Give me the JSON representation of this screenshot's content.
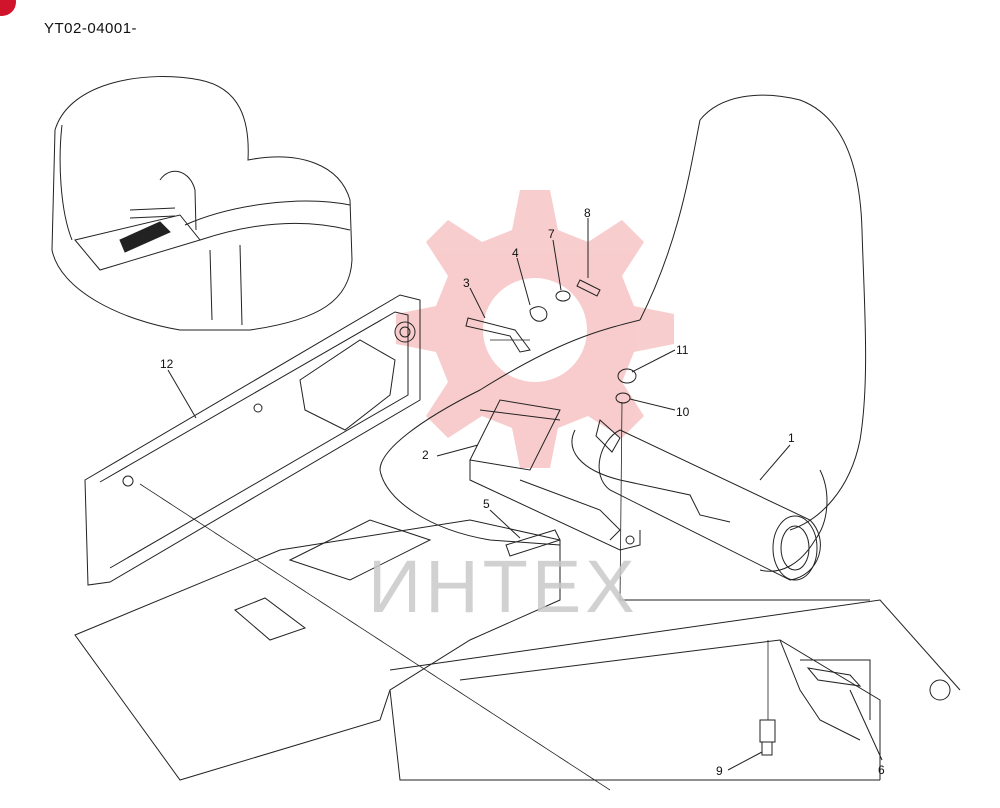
{
  "drawing_code": "YT02-04001-",
  "watermark": "ИНТЕХ",
  "colors": {
    "line": "#222222",
    "watermark": "#f4b4b4",
    "badge": "#d0142c"
  },
  "callouts": [
    "1",
    "2",
    "3",
    "4",
    "5",
    "6",
    "7",
    "8",
    "9",
    "10",
    "11",
    "12"
  ]
}
